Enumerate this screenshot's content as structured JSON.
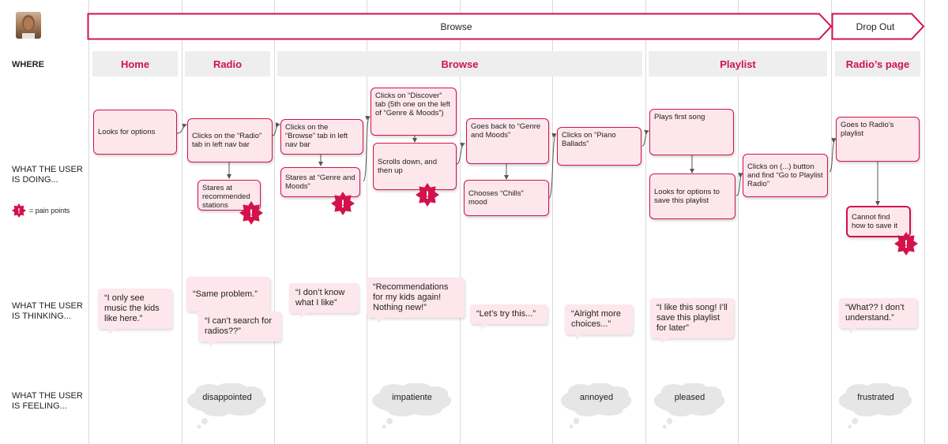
{
  "phases": [
    {
      "label": "Browse"
    },
    {
      "label": "Drop Out"
    }
  ],
  "row_labels": {
    "where": "WHERE",
    "doing_1": "WHAT THE USER",
    "doing_2": "IS DOING...",
    "legend": "= pain points",
    "thinking_1": "WHAT THE USER",
    "thinking_2": "IS THINKING...",
    "feeling_1": "WHAT THE USER",
    "feeling_2": "IS FEELING..."
  },
  "where": [
    "Home",
    "Radio",
    "Browse",
    "Playlist",
    "Radio’s page"
  ],
  "doing": [
    "Looks for options",
    "Clicks on the “Radio” tab in left nav bar",
    "Stares at recommended stations",
    "Clicks on the “Browse” tab in left nav bar",
    "Stares at “Genre and Moods”",
    "Clicks on “Discover” tab (5th one on the left of “Genre & Moods”)",
    "Scrolls down, and then up",
    "Goes back to “Genre and Moods”",
    "Chooses “Chills” mood",
    "Clicks on “Piano Ballads”",
    "Plays first song",
    "Looks for options to save this playlist",
    "Clicks on (...) button and find “Go to Playlist Radio”",
    "Goes to Radio’s playlist",
    "Cannot find how to save it"
  ],
  "thinking": [
    "“I only see music the kids like here.”",
    "“Same problem.”",
    "“I can’t search for radios??”",
    "“I don’t know what I like”",
    "“Recommendations for my kids again! Nothing new!”",
    "“Let’s try this...”",
    "“Alright more choices...”",
    "“I like this song! I’ll save this playlist for later”",
    "“What?? I don’t understand.”"
  ],
  "feeling": [
    "disappointed",
    "impatiente",
    "annoyed",
    "pleased",
    "frustrated"
  ],
  "pain_mark": "!",
  "colors": {
    "accent": "#d3124b",
    "card_fill": "#fde7ec",
    "where_fill": "#eeeeee",
    "cloud": "#e6e6e6"
  }
}
